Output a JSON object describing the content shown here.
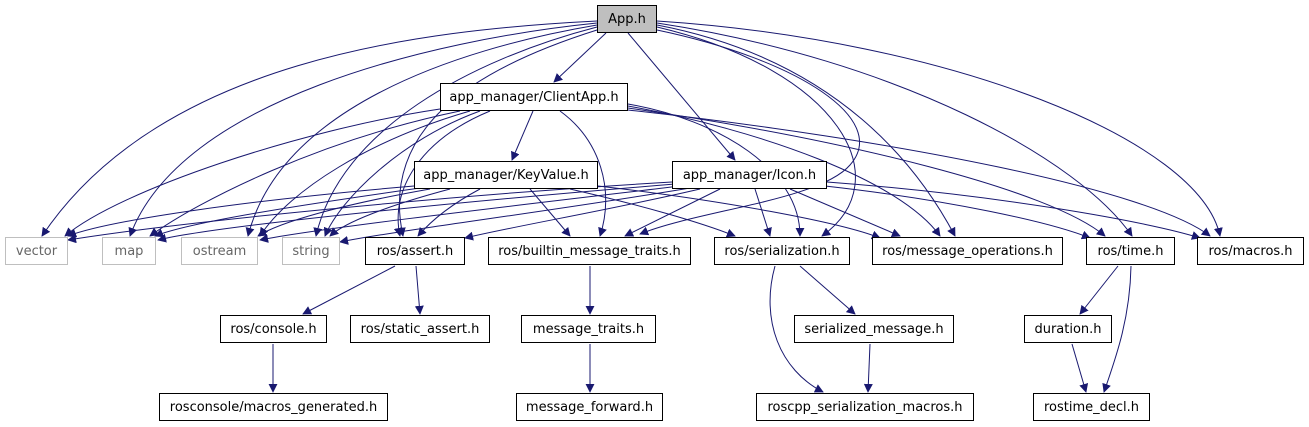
{
  "colors": {
    "edge": "#191970",
    "box_border": "#000000",
    "external_border": "#bfbfbf",
    "root_fill": "#bfbfbf",
    "external_text": "#666666"
  },
  "nodes": {
    "app_h": "App.h",
    "clientapp_h": "app_manager/ClientApp.h",
    "keyvalue_h": "app_manager/KeyValue.h",
    "icon_h": "app_manager/Icon.h",
    "vector": "vector",
    "map": "map",
    "ostream": "ostream",
    "string": "string",
    "assert_h": "ros/assert.h",
    "builtin_message_traits_h": "ros/builtin_message_traits.h",
    "serialization_h": "ros/serialization.h",
    "message_operations_h": "ros/message_operations.h",
    "time_h": "ros/time.h",
    "macros_h": "ros/macros.h",
    "console_h": "ros/console.h",
    "static_assert_h": "ros/static_assert.h",
    "message_traits_h": "message_traits.h",
    "serialized_message_h": "serialized_message.h",
    "duration_h": "duration.h",
    "macros_generated_h": "rosconsole/macros_generated.h",
    "message_forward_h": "message_forward.h",
    "roscpp_serialization_macros_h": "roscpp_serialization_macros.h",
    "rostime_decl_h": "rostime_decl.h"
  }
}
